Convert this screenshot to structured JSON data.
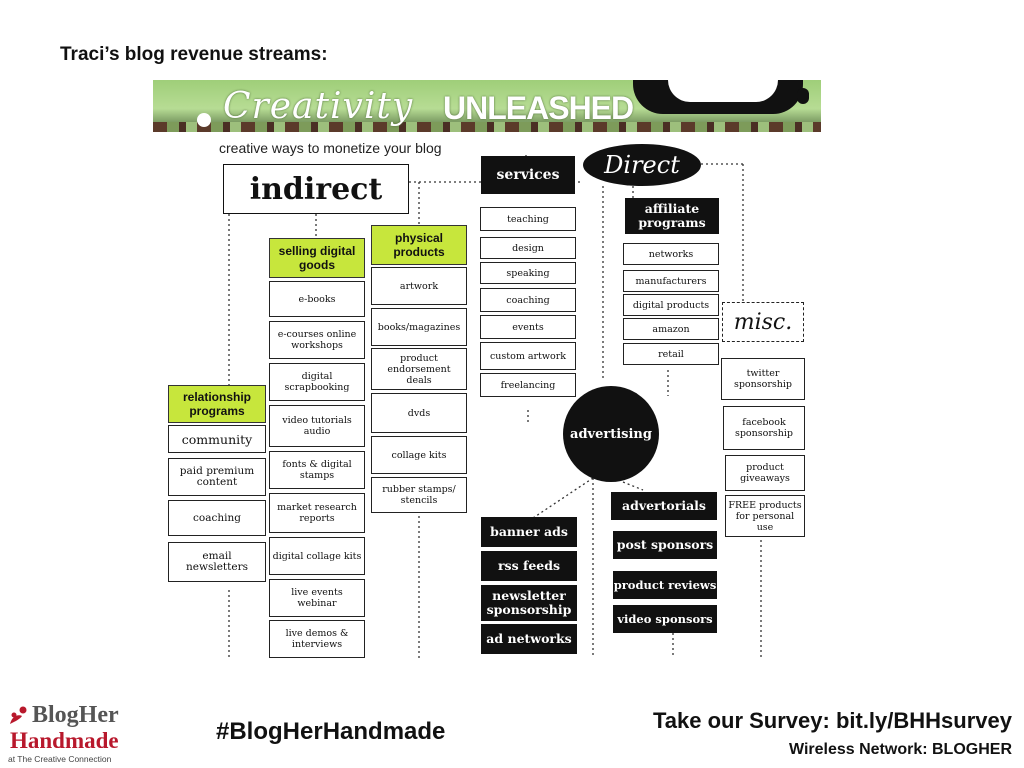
{
  "slide": {
    "title": "Traci’s blog revenue streams:"
  },
  "diagram": {
    "banner": {
      "script": "Creativity",
      "bold": "UNLEASHED"
    },
    "subtitle": "creative ways to monetize your blog",
    "indirect": "indirect",
    "direct": "Direct",
    "misc": "misc.",
    "advertising": "advertising",
    "relationship": {
      "header": "relationship programs",
      "items": [
        "community",
        "paid premium content",
        "coaching",
        "email newsletters"
      ]
    },
    "digital_goods": {
      "header": "selling digital goods",
      "items": [
        "e-books",
        "e-courses online workshops",
        "digital scrapbooking",
        "video tutorials audio",
        "fonts & digital stamps",
        "market research reports",
        "digital collage kits",
        "live events webinar",
        "live demos & interviews"
      ]
    },
    "physical": {
      "header": "physical products",
      "items": [
        "artwork",
        "books/magazines",
        "product endorsement deals",
        "dvds",
        "collage kits",
        "rubber stamps/ stencils"
      ]
    },
    "services": {
      "header": "services",
      "items": [
        "teaching",
        "design",
        "speaking",
        "coaching",
        "events",
        "custom artwork",
        "freelancing"
      ]
    },
    "affiliate": {
      "header": "affiliate programs",
      "items": [
        "networks",
        "manufacturers",
        "digital products",
        "amazon",
        "retail"
      ]
    },
    "misc_items": [
      "twitter sponsorship",
      "facebook sponsorship",
      "product giveaways",
      "FREE products for personal use"
    ],
    "ad_left": [
      "banner ads",
      "rss feeds",
      "newsletter sponsorship",
      "ad networks"
    ],
    "ad_right": [
      "advertorials",
      "post sponsors",
      "product reviews",
      "video sponsors"
    ]
  },
  "footer": {
    "logo_line1": "BlogHer",
    "logo_line2": "Handmade",
    "logo_line3": "at The Creative Connection",
    "hashtag": "#BlogHerHandmade",
    "survey": "Take our Survey: bit.ly/BHHsurvey",
    "wireless": "Wireless Network: BLOGHER"
  }
}
